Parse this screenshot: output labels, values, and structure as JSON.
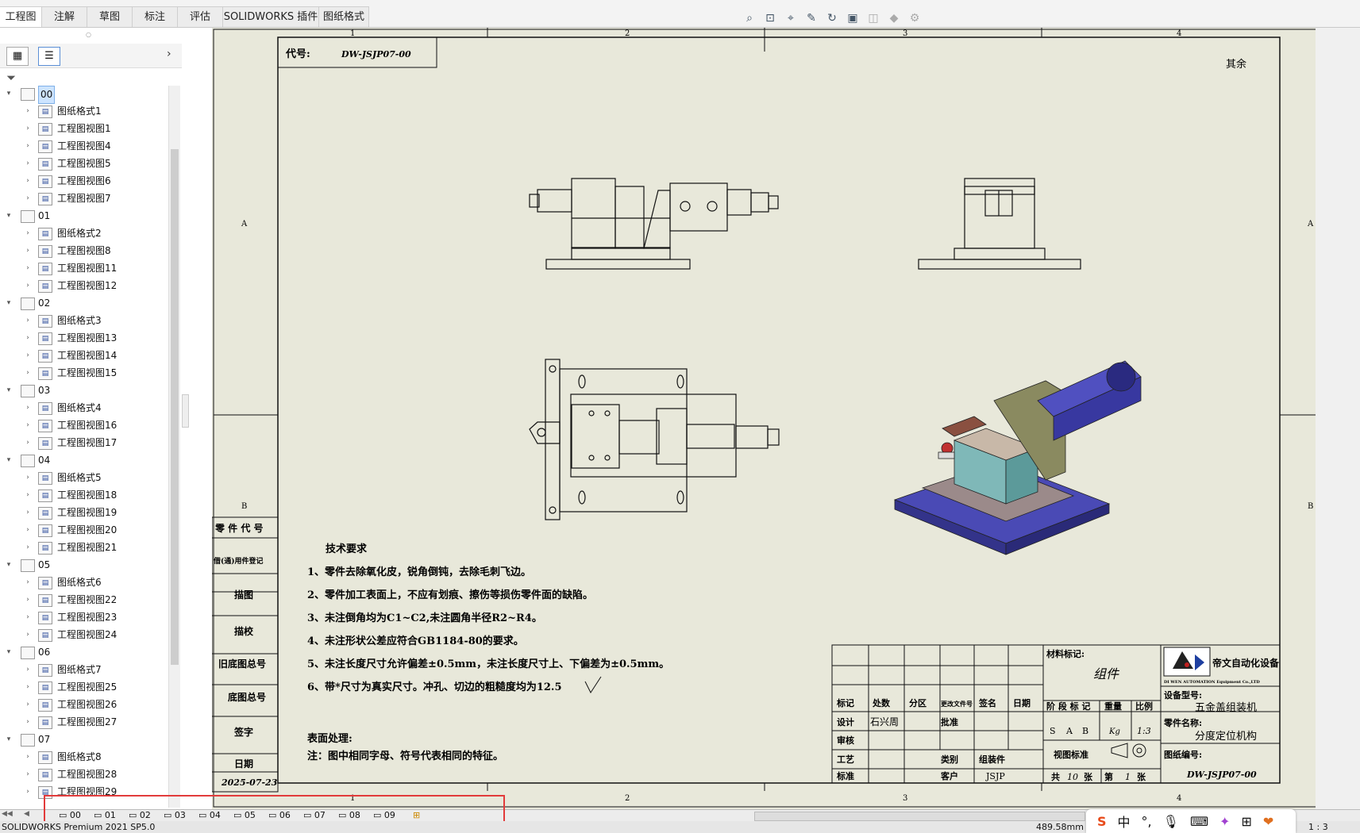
{
  "app": {
    "status_text": "SOLIDWORKS Premium 2021 SP5.0",
    "coord_text": "489.58mm",
    "scale_text": "1 : 3"
  },
  "ribbon_tabs": [
    "工程图",
    "注解",
    "草图",
    "标注",
    "评估",
    "SOLIDWORKS 插件",
    "图纸格式"
  ],
  "tree": [
    {
      "label": "00",
      "level": 0,
      "selected": true
    },
    {
      "label": "图纸格式1",
      "level": 1
    },
    {
      "label": "工程图视图1",
      "level": 1
    },
    {
      "label": "工程图视图4",
      "level": 1
    },
    {
      "label": "工程图视图5",
      "level": 1
    },
    {
      "label": "工程图视图6",
      "level": 1
    },
    {
      "label": "工程图视图7",
      "level": 1
    },
    {
      "label": "01",
      "level": 0
    },
    {
      "label": "图纸格式2",
      "level": 1
    },
    {
      "label": "工程图视图8",
      "level": 1
    },
    {
      "label": "工程图视图11",
      "level": 1
    },
    {
      "label": "工程图视图12",
      "level": 1
    },
    {
      "label": "02",
      "level": 0
    },
    {
      "label": "图纸格式3",
      "level": 1
    },
    {
      "label": "工程图视图13",
      "level": 1
    },
    {
      "label": "工程图视图14",
      "level": 1
    },
    {
      "label": "工程图视图15",
      "level": 1
    },
    {
      "label": "03",
      "level": 0
    },
    {
      "label": "图纸格式4",
      "level": 1
    },
    {
      "label": "工程图视图16",
      "level": 1
    },
    {
      "label": "工程图视图17",
      "level": 1
    },
    {
      "label": "04",
      "level": 0
    },
    {
      "label": "图纸格式5",
      "level": 1
    },
    {
      "label": "工程图视图18",
      "level": 1
    },
    {
      "label": "工程图视图19",
      "level": 1
    },
    {
      "label": "工程图视图20",
      "level": 1
    },
    {
      "label": "工程图视图21",
      "level": 1
    },
    {
      "label": "05",
      "level": 0
    },
    {
      "label": "图纸格式6",
      "level": 1
    },
    {
      "label": "工程图视图22",
      "level": 1
    },
    {
      "label": "工程图视图23",
      "level": 1
    },
    {
      "label": "工程图视图24",
      "level": 1
    },
    {
      "label": "06",
      "level": 0
    },
    {
      "label": "图纸格式7",
      "level": 1
    },
    {
      "label": "工程图视图25",
      "level": 1
    },
    {
      "label": "工程图视图26",
      "level": 1
    },
    {
      "label": "工程图视图27",
      "level": 1
    },
    {
      "label": "07",
      "level": 0
    },
    {
      "label": "图纸格式8",
      "level": 1
    },
    {
      "label": "工程图视图28",
      "level": 1
    },
    {
      "label": "工程图视图29",
      "level": 1
    }
  ],
  "sheet_tabs": [
    "00",
    "01",
    "02",
    "03",
    "04",
    "05",
    "06",
    "07",
    "08",
    "09"
  ],
  "drawing": {
    "code_label": "代号:",
    "code_value": "DW-JSJP07-00",
    "rest_label": "其余",
    "zone_cols": [
      "1",
      "2",
      "3",
      "4"
    ],
    "zone_rows": [
      "A",
      "B"
    ],
    "left_block": [
      "零 件 代 号",
      "借(通)用件登记",
      "描图",
      "描校",
      "旧底图总号",
      "底图总号",
      "签字",
      "日期"
    ],
    "left_date": "2025-07-23",
    "tech_title": "技术要求",
    "tech_items": [
      "1、零件去除氧化皮，锐角倒钝，去除毛刺飞边。",
      "2、零件加工表面上，不应有划痕、擦伤等损伤零件面的缺陷。",
      "3、未注倒角均为C1~C2,未注圆角半径R2~R4。",
      "4、未注形状公差应符合GB1184-80的要求。",
      "5、未注长度尺寸允许偏差±0.5mm，未注长度尺寸上、下偏差为±0.5mm。",
      "6、带*尺寸为真实尺寸。冲孔、切边的粗糙度均为12.5"
    ],
    "surface_title": "表面处理:",
    "surface_note": "注：图中相同字母、符号代表相同的特征。",
    "tb": {
      "hdr": [
        "标记",
        "处数",
        "分区",
        "更改文件号",
        "签名",
        "日期"
      ],
      "design_lbl": "设计",
      "designer": "石兴周",
      "approve": "批准",
      "review": "审核",
      "process": "工艺",
      "standard": "标准",
      "cat_lbl": "类别",
      "cat_val": "组装件",
      "cust_lbl": "客户",
      "cust_val": "JSJP",
      "mat_lbl": "材料标记:",
      "mat_val": "组件",
      "stage_lbl": "阶 段 标 记",
      "weight_lbl": "重量",
      "ratio_lbl": "比例",
      "stages": [
        "S",
        "A",
        "B"
      ],
      "weight_unit": "Kg",
      "ratio": "1:3",
      "view_std": "视图标准",
      "total": "共",
      "sheets": "10",
      "sheet_unit": "张",
      "num": "第",
      "sheet_no": "1",
      "sheet_unit2": "张",
      "company": "帝文自动化设备",
      "company_en": "DI WEN AUTOMATION Equipment Co.,LTD",
      "equip_lbl": "设备型号:",
      "equip_val": "五金盖组装机",
      "part_lbl": "零件名称:",
      "part_val": "分度定位机构",
      "dwg_lbl": "图纸编号:",
      "dwg_val": "DW-JSJP07-00"
    }
  },
  "tray_icons": [
    "sogou-icon",
    "中",
    "punctuation",
    "mic-icon",
    "keyboard-icon",
    "apps-icon",
    "grid-icon",
    "skin-icon"
  ],
  "colors": {
    "paper": "#e8e8da",
    "line": "#111111",
    "iso_blue": "#3a3aa0",
    "accent_red": "#e23b3b"
  }
}
